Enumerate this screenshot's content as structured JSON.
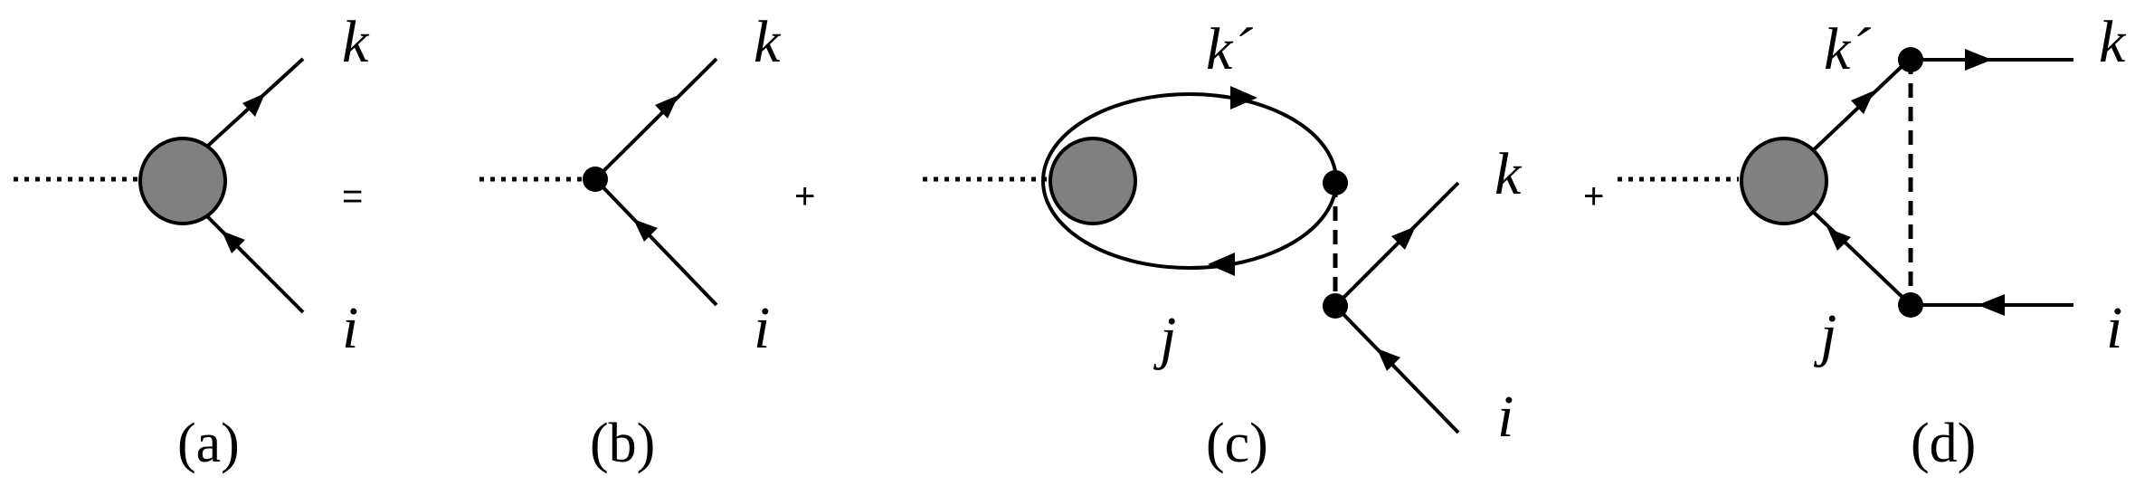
{
  "diagram": {
    "panels": [
      {
        "id": "a",
        "caption": "(a)",
        "labels": {
          "out": "k",
          "in": "i"
        }
      },
      {
        "id": "b",
        "caption": "(b)",
        "labels": {
          "out": "k",
          "in": "i"
        }
      },
      {
        "id": "c",
        "caption": "(c)",
        "labels": {
          "loop_top": "k´",
          "loop_bottom": "j",
          "out": "k",
          "in": "i"
        }
      },
      {
        "id": "d",
        "caption": "(d)",
        "labels": {
          "upper": "k´",
          "lower": "j",
          "out": "k",
          "in": "i"
        }
      }
    ],
    "operators": {
      "equals": "=",
      "plus_b_c": "+",
      "plus_c_d": "+"
    }
  }
}
